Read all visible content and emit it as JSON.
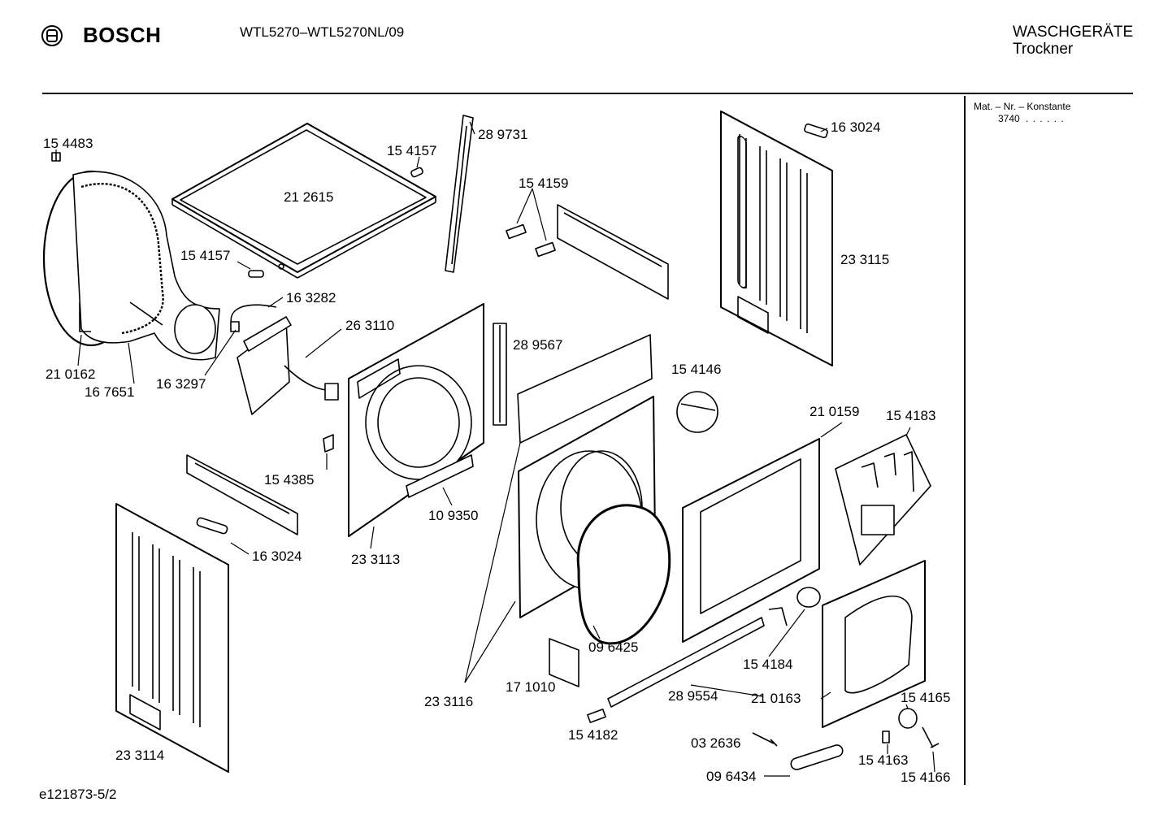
{
  "header": {
    "brand": "BOSCH",
    "model": "WTL5270–WTL5270NL/09",
    "category_line1": "WASCHGERÄTE",
    "category_line2": "Trockner"
  },
  "sidebar": {
    "mat_label": "Mat. – Nr. – Konstante",
    "mat_value": "3740",
    "mat_dots": ". . . . . ."
  },
  "footer": {
    "doc_id": "e121873-5/2"
  },
  "parts": [
    {
      "num": "15 4483"
    },
    {
      "num": "21 2615"
    },
    {
      "num": "15 4157"
    },
    {
      "num": "28 9731"
    },
    {
      "num": "15 4159"
    },
    {
      "num": "16 3024"
    },
    {
      "num": "23 3115"
    },
    {
      "num": "15 4157"
    },
    {
      "num": "16 3282"
    },
    {
      "num": "26 3110"
    },
    {
      "num": "28 9567"
    },
    {
      "num": "21 0162"
    },
    {
      "num": "16 7651"
    },
    {
      "num": "16 3297"
    },
    {
      "num": "15 4146"
    },
    {
      "num": "21 0159"
    },
    {
      "num": "15 4183"
    },
    {
      "num": "15 4385"
    },
    {
      "num": "10 9350"
    },
    {
      "num": "16 3024"
    },
    {
      "num": "23 3113"
    },
    {
      "num": "09 6425"
    },
    {
      "num": "15 4184"
    },
    {
      "num": "17 1010"
    },
    {
      "num": "28 9554"
    },
    {
      "num": "21 0163"
    },
    {
      "num": "15 4165"
    },
    {
      "num": "23 3116"
    },
    {
      "num": "15 4182"
    },
    {
      "num": "03 2636"
    },
    {
      "num": "15 4163"
    },
    {
      "num": "23 3114"
    },
    {
      "num": "09 6434"
    },
    {
      "num": "15 4166"
    }
  ]
}
